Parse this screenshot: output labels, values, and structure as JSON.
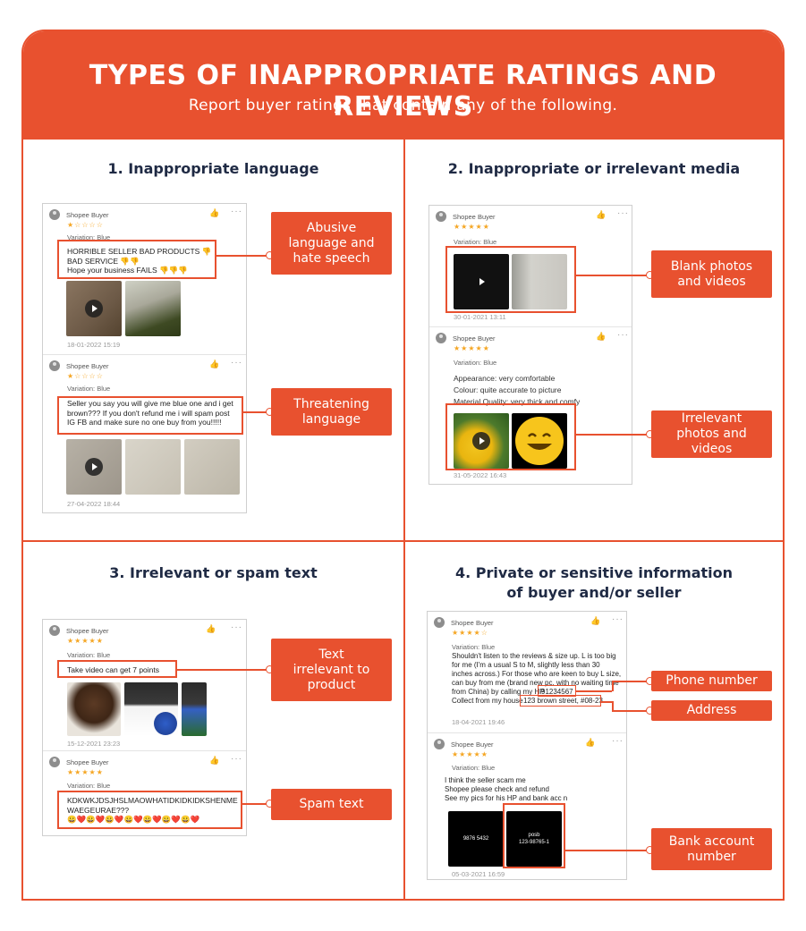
{
  "header": {
    "title": "TYPES OF INAPPROPRIATE RATINGS AND REVIEWS",
    "subtitle": "Report buyer ratings that contain any of the following."
  },
  "sections": [
    {
      "title": "1. Inappropriate language",
      "reviews": [
        {
          "buyer": "Shopee Buyer",
          "stars": "★☆☆☆☆",
          "variation": "Variation:  Blue",
          "text": [
            "HORRIBLE SELLER BAD PRODUCTS 👎",
            "BAD SERVICE 👎👎",
            "Hope your business FAILS 👎👎👎"
          ],
          "date": "18-01-2022 15:19"
        },
        {
          "buyer": "Shopee Buyer",
          "stars": "★☆☆☆☆",
          "variation": "Variation:  Blue",
          "text": [
            "Seller you say you will give me blue one and i get",
            "brown??? If you don't refund me i will spam post",
            "IG FB and make sure no one buy from you!!!!!"
          ],
          "date": "27-04-2022 18:44"
        }
      ],
      "callouts": [
        "Abusive language and hate speech",
        "Threatening language"
      ]
    },
    {
      "title": "2. Inappropriate or irrelevant media",
      "reviews": [
        {
          "buyer": "Shopee Buyer",
          "stars": "★★★★★",
          "variation": "Variation:  Blue",
          "date": "30-01-2021 13:11"
        },
        {
          "buyer": "Shopee Buyer",
          "stars": "★★★★★",
          "variation": "Variation:  Blue",
          "details": [
            "Appearance:  very comfortable",
            "Colour:  quite accurate to picture",
            "Material Quality:  very thick and comfy"
          ],
          "date": "31-05-2022 16:43"
        }
      ],
      "callouts": [
        "Blank photos and videos",
        "Irrelevant photos and videos"
      ]
    },
    {
      "title": "3. Irrelevant or spam text",
      "reviews": [
        {
          "buyer": "Shopee Buyer",
          "stars": "★★★★★",
          "variation": "Variation:  Blue",
          "text": [
            "Take video can get 7 points"
          ],
          "date": "15-12-2021 23:23"
        },
        {
          "buyer": "Shopee Buyer",
          "stars": "★★★★★",
          "variation": "Variation:  Blue",
          "text": [
            "KDKWKJDSJHSLMAOWHATIDKIDKIDKSHENME",
            "WAEGEURAE???",
            "😀❤️😀❤️😀❤️😀❤️😀❤️😀❤️😀❤️"
          ]
        }
      ],
      "callouts": [
        "Text irrelevant to product",
        "Spam text"
      ]
    },
    {
      "title_line1": "4. Private or sensitive information",
      "title_line2": "of buyer and/or seller",
      "reviews": [
        {
          "buyer": "Shopee Buyer",
          "stars": "★★★★☆",
          "variation": "Variation:  Blue",
          "text": [
            "Shouldn't listen to the reviews & size up. L is too big",
            "for me (I'm a usual S to M, slightly less than 30",
            "inches across.) For those who are keen to buy L size,",
            "can buy from me (brand new pc, with no waiting time",
            "from China) by calling my HP"
          ],
          "phone": "91234567",
          "collect_prefix": "Collect from my house",
          "address": "123 brown street, #08-23",
          "date": "18-04-2021 19:46"
        },
        {
          "buyer": "Shopee Buyer",
          "stars": "★★★★★",
          "variation": "Variation:  Blue",
          "text": [
            "I think the seller scam me",
            "Shopee please check and refund",
            "See my pics for his HP and bank acc n"
          ],
          "img1_text": "9876 5432",
          "img2_text": [
            "posb",
            "123-98765-1"
          ],
          "date": "05-03-2021 16:59"
        }
      ],
      "callouts": [
        "Phone number",
        "Address",
        "Bank account number"
      ]
    }
  ],
  "colors": {
    "accent": "#e8512f",
    "title": "#1f2a44",
    "star": "#f5a623"
  },
  "icons": {
    "like": "thumbs-up-icon",
    "more": "more-icon",
    "play": "play-icon"
  }
}
